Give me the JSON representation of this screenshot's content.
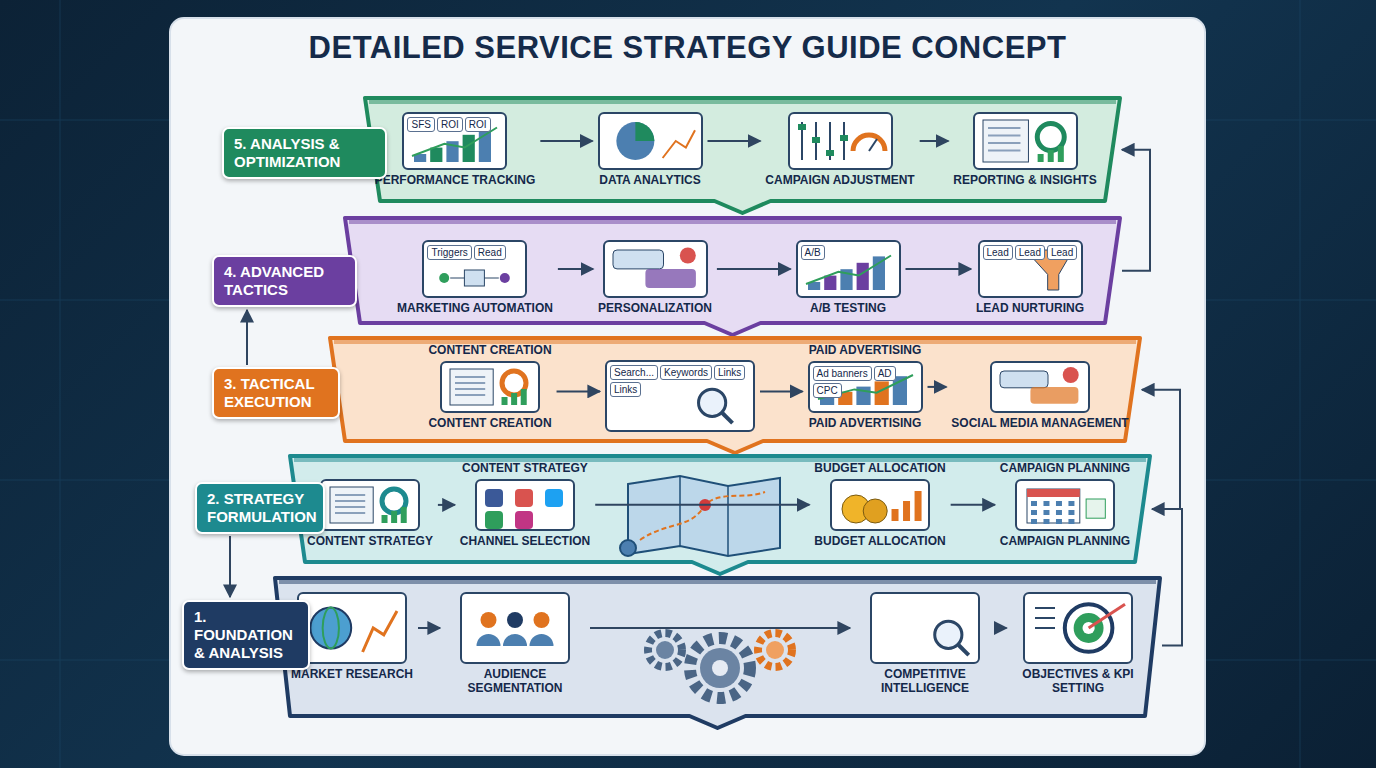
{
  "diagram": {
    "title": "DETAILED SERVICE STRATEGY GUIDE CONCEPT",
    "nodes": [
      {
        "text": [
          "5. ANALYSIS & OPTIMIZATION"
        ]
      },
      {
        "text": [
          "SFS",
          "ROI",
          "ROI",
          "PERFORMANCE TRACKING"
        ],
        "in": 0
      },
      {
        "text": [
          "DATA ANALYTICS"
        ],
        "in": 0
      },
      {
        "text": [
          "CAMPAIGN ADJUSTMENT"
        ],
        "in": 0
      },
      {
        "text": [
          "REPORTING & INSIGHTS"
        ],
        "in": 0
      },
      {
        "text": [
          "4. ADVANCED TACTICS"
        ]
      },
      {
        "text": [
          "Triggers",
          "Read",
          "MARKETING AUTOMATION"
        ],
        "in": 5
      },
      {
        "text": [
          "PERSONALIZATION"
        ],
        "in": 5
      },
      {
        "text": [
          "A/B",
          "A/B TESTING"
        ],
        "in": 5
      },
      {
        "text": [
          "Lead",
          "Lead",
          "Lead",
          "LEAD NURTURING"
        ],
        "in": 5
      },
      {
        "text": [
          "3. TACTICAL EXECUTION"
        ]
      },
      {
        "text": [
          "CONTENT CREATION",
          "CONTENT CREATION"
        ],
        "in": 10
      },
      {
        "text": [
          "Search...",
          "Keywords",
          "Links",
          "Links"
        ],
        "in": 10
      },
      {
        "text": [
          "PAID ADVERTISING",
          "Ad banners",
          "AD",
          "CPC",
          "PAID ADVERTISING"
        ],
        "in": 10
      },
      {
        "text": [
          "SOCIAL MEDIA MANAGEMENT"
        ],
        "in": 10
      },
      {
        "text": [
          "2. STRATEGY FORMULATION"
        ]
      },
      {
        "text": [
          "CONTENT STRATEGY"
        ],
        "in": 15
      },
      {
        "text": [
          "CONTENT STRATEGY",
          "CHANNEL SELECTION"
        ],
        "in": 15
      },
      {
        "text": [
          "BUDGET ALLOCATION",
          "BUDGET ALLOCATION"
        ],
        "in": 15
      },
      {
        "text": [
          "CAMPAIGN PLANNING",
          "CAMPAIGN PLANNING"
        ],
        "in": 15
      },
      {
        "text": [
          "1. FOUNDATION & ANALYSIS"
        ]
      },
      {
        "text": [
          "MARKET RESEARCH"
        ],
        "in": 20
      },
      {
        "text": [
          "AUDIENCE SEGMENTATION"
        ],
        "in": 20
      },
      {
        "text": [
          "COMPETITIVE INTELLIGENCE"
        ],
        "in": 20
      },
      {
        "text": [
          "OBJECTIVES & KPI SETTING"
        ],
        "in": 20
      }
    ],
    "edges": [
      {
        "from": 1,
        "to": 2,
        "arrow": "to"
      },
      {
        "from": 2,
        "to": 3,
        "arrow": "to"
      },
      {
        "from": 3,
        "to": 4,
        "arrow": "to"
      },
      {
        "from": 6,
        "to": 7,
        "arrow": "to"
      },
      {
        "from": 7,
        "to": 8,
        "arrow": "to"
      },
      {
        "from": 8,
        "to": 9,
        "arrow": "to"
      },
      {
        "from": 11,
        "to": 12,
        "arrow": "to"
      },
      {
        "from": 12,
        "to": 13,
        "arrow": "to"
      },
      {
        "from": 13,
        "to": 14,
        "arrow": "to"
      },
      {
        "from": 16,
        "to": 17,
        "arrow": "to"
      },
      {
        "from": 17,
        "to": 18,
        "arrow": "to"
      },
      {
        "from": 18,
        "to": 19,
        "arrow": "to"
      },
      {
        "from": 21,
        "to": 22,
        "arrow": "to"
      },
      {
        "from": 22,
        "to": 23,
        "arrow": "to"
      },
      {
        "from": 23,
        "to": 24,
        "arrow": "to"
      },
      {
        "from": 15,
        "to": 20,
        "arrow": "to"
      },
      {
        "from": 10,
        "to": 5,
        "arrow": "to"
      },
      {
        "from": 5,
        "to": 0,
        "arrow": "to"
      },
      {
        "from": 20,
        "to": 15,
        "arrow": "to"
      },
      {
        "from": 15,
        "to": 10,
        "arrow": "to"
      }
    ]
  }
}
